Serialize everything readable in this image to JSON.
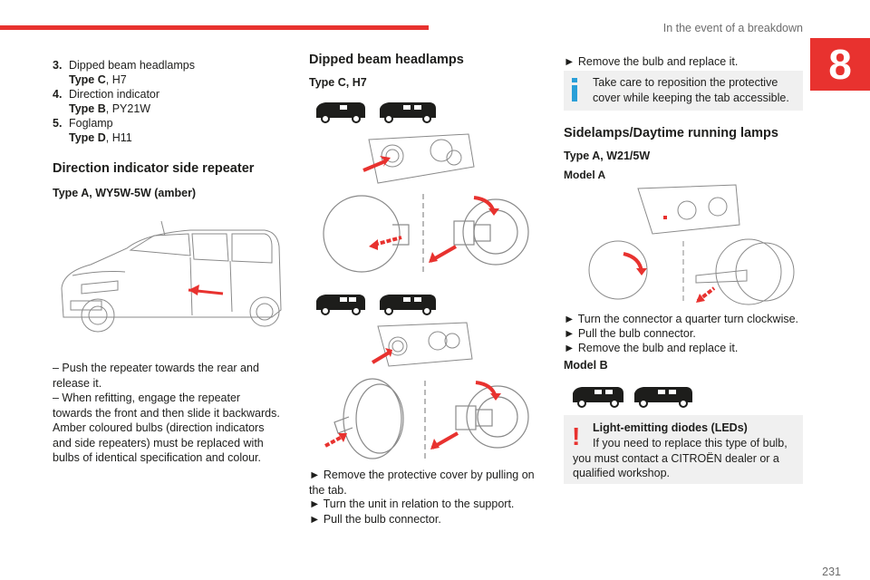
{
  "header": {
    "section_title": "In the event of a breakdown",
    "chapter": "8"
  },
  "page_number": "231",
  "col1": {
    "items": [
      {
        "num": "3.",
        "name": "Dipped beam headlamps",
        "type_b": "Type C",
        "type_r": ", H7"
      },
      {
        "num": "4.",
        "name": "Direction indicator",
        "type_b": "Type B",
        "type_r": ", PY21W"
      },
      {
        "num": "5.",
        "name": "Foglamp",
        "type_b": "Type D",
        "type_r": ", H11"
      }
    ],
    "heading": "Direction indicator side repeater",
    "subheading": "Type A, WY5W-5W (amber)",
    "para1": "– Push the repeater towards the rear and release it.",
    "para2": "– When refitting, engage the repeater towards the front and then slide it backwards.",
    "para3": "Amber coloured bulbs (direction indicators and side repeaters) must be replaced with bulbs of identical specification and colour."
  },
  "col2": {
    "heading": "Dipped beam headlamps",
    "subheading": "Type C, H7",
    "step1": "► Remove the protective cover by pulling on the tab.",
    "step2": "► Turn the unit in relation to the support.",
    "step3": "► Pull the bulb connector."
  },
  "col3": {
    "step1": "► Remove the bulb and replace it.",
    "info_note": "Take care to reposition the protective cover while keeping the tab accessible.",
    "heading": "Sidelamps/Daytime running lamps",
    "subheading": "Type A, W21/5W",
    "model_a": "Model A",
    "step2": "► Turn the connector a quarter turn clockwise.",
    "step3": "► Pull the bulb connector.",
    "step4": "► Remove the bulb and replace it.",
    "model_b": "Model B",
    "warn_title": "Light-emitting diodes (LEDs)",
    "warn_text": "If you need to replace this type of bulb, you must contact a CITROËN dealer or a qualified workshop."
  },
  "colors": {
    "accent": "#e8322f",
    "note_bg": "#f0f0f0",
    "text": "#1d1d1b"
  },
  "icons": [
    "van-icon",
    "info-icon",
    "warning-icon"
  ]
}
